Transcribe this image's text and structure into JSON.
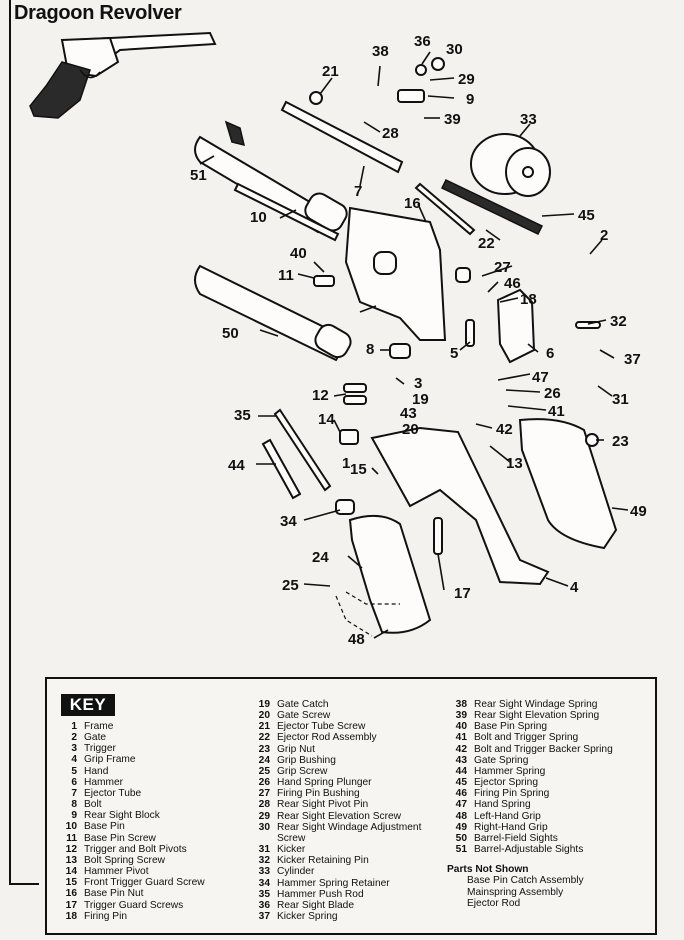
{
  "title": "Dragoon Revolver",
  "callouts": [
    "1",
    "2",
    "3",
    "4",
    "5",
    "6",
    "7",
    "8",
    "9",
    "10",
    "11",
    "12",
    "13",
    "14",
    "15",
    "16",
    "17",
    "18",
    "19",
    "20",
    "21",
    "22",
    "23",
    "24",
    "25",
    "26",
    "27",
    "28",
    "29",
    "30",
    "31",
    "32",
    "33",
    "34",
    "35",
    "36",
    "37",
    "38",
    "39",
    "40",
    "41",
    "42",
    "43",
    "44",
    "45",
    "46",
    "47",
    "48",
    "49",
    "50",
    "51"
  ],
  "key": {
    "heading": "KEY",
    "columns": [
      [
        {
          "num": "1",
          "name": "Frame"
        },
        {
          "num": "2",
          "name": "Gate"
        },
        {
          "num": "3",
          "name": "Trigger"
        },
        {
          "num": "4",
          "name": "Grip Frame"
        },
        {
          "num": "5",
          "name": "Hand"
        },
        {
          "num": "6",
          "name": "Hammer"
        },
        {
          "num": "7",
          "name": "Ejector Tube"
        },
        {
          "num": "8",
          "name": "Bolt"
        },
        {
          "num": "9",
          "name": "Rear Sight Block"
        },
        {
          "num": "10",
          "name": "Base Pin"
        },
        {
          "num": "11",
          "name": "Base Pin Screw"
        },
        {
          "num": "12",
          "name": "Trigger and Bolt Pivots"
        },
        {
          "num": "13",
          "name": "Bolt Spring Screw"
        },
        {
          "num": "14",
          "name": "Hammer Pivot"
        },
        {
          "num": "15",
          "name": "Front Trigger Guard Screw"
        },
        {
          "num": "16",
          "name": "Base Pin Nut"
        },
        {
          "num": "17",
          "name": "Trigger Guard Screws"
        },
        {
          "num": "18",
          "name": "Firing Pin"
        }
      ],
      [
        {
          "num": "19",
          "name": "Gate Catch"
        },
        {
          "num": "20",
          "name": "Gate Screw"
        },
        {
          "num": "21",
          "name": "Ejector Tube Screw"
        },
        {
          "num": "22",
          "name": "Ejector Rod Assembly"
        },
        {
          "num": "23",
          "name": "Grip Nut"
        },
        {
          "num": "24",
          "name": "Grip Bushing"
        },
        {
          "num": "25",
          "name": "Grip Screw"
        },
        {
          "num": "26",
          "name": "Hand Spring Plunger"
        },
        {
          "num": "27",
          "name": "Firing Pin Bushing"
        },
        {
          "num": "28",
          "name": "Rear Sight Pivot Pin"
        },
        {
          "num": "29",
          "name": "Rear Sight Elevation Screw"
        },
        {
          "num": "30",
          "name": "Rear Sight Windage Adjustment"
        },
        {
          "num": "",
          "name": "Screw"
        },
        {
          "num": "31",
          "name": "Kicker"
        },
        {
          "num": "32",
          "name": "Kicker Retaining Pin"
        },
        {
          "num": "33",
          "name": "Cylinder"
        },
        {
          "num": "34",
          "name": "Hammer Spring Retainer"
        },
        {
          "num": "35",
          "name": "Hammer Push Rod"
        },
        {
          "num": "36",
          "name": "Rear Sight Blade"
        },
        {
          "num": "37",
          "name": "Kicker Spring"
        }
      ],
      [
        {
          "num": "38",
          "name": "Rear Sight Windage Spring"
        },
        {
          "num": "39",
          "name": "Rear Sight Elevation Spring"
        },
        {
          "num": "40",
          "name": "Base Pin Spring"
        },
        {
          "num": "41",
          "name": "Bolt and Trigger Spring"
        },
        {
          "num": "42",
          "name": "Bolt and Trigger Backer Spring"
        },
        {
          "num": "43",
          "name": "Gate Spring"
        },
        {
          "num": "44",
          "name": "Hammer Spring"
        },
        {
          "num": "45",
          "name": "Ejector Spring"
        },
        {
          "num": "46",
          "name": "Firing Pin Spring"
        },
        {
          "num": "47",
          "name": "Hand Spring"
        },
        {
          "num": "48",
          "name": "Left-Hand Grip"
        },
        {
          "num": "49",
          "name": "Right-Hand Grip"
        },
        {
          "num": "50",
          "name": "Barrel-Field Sights"
        },
        {
          "num": "51",
          "name": "Barrel-Adjustable Sights"
        }
      ]
    ],
    "parts_not_shown": {
      "heading": "Parts Not Shown",
      "items": [
        "Base Pin Catch Assembly",
        "Mainspring Assembly",
        "Ejector Rod"
      ]
    }
  }
}
